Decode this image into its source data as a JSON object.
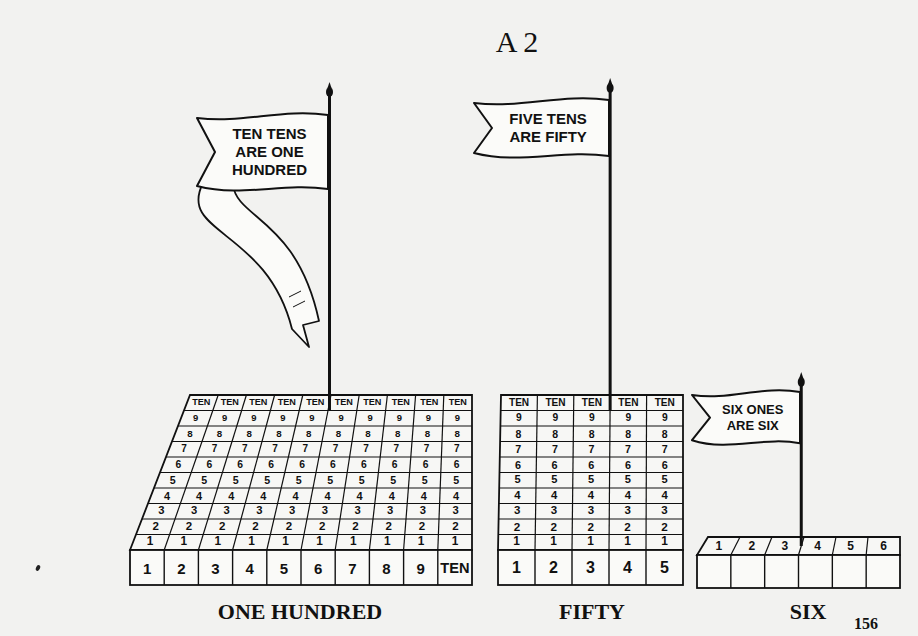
{
  "diagram": {
    "title": "A 2",
    "nodes": [
      {
        "text": [
          "TEN TENS ARE ONE HUNDRED"
        ]
      },
      {
        "text": [
          "FIVE TENS ARE FIFTY"
        ]
      },
      {
        "text": [
          "SIX ONES ARE SIX"
        ]
      }
    ],
    "labels": [
      "TEN",
      "TEN",
      "TEN",
      "TEN",
      "TEN",
      "TEN",
      "TEN",
      "TEN",
      "TEN",
      "TEN",
      "9",
      "9",
      "9",
      "9",
      "9",
      "9",
      "9",
      "9",
      "9",
      "9",
      "8",
      "8",
      "8",
      "8",
      "8",
      "8",
      "8",
      "8",
      "8",
      "8",
      "7",
      "7",
      "7",
      "7",
      "7",
      "7",
      "7",
      "7",
      "7",
      "7",
      "6",
      "6",
      "6",
      "6",
      "6",
      "6",
      "6",
      "6",
      "6",
      "6",
      "5",
      "5",
      "5",
      "5",
      "5",
      "5",
      "5",
      "5",
      "5",
      "5",
      "4",
      "4",
      "4",
      "4",
      "4",
      "4",
      "4",
      "4",
      "4",
      "4",
      "3",
      "3",
      "3",
      "3",
      "3",
      "3",
      "3",
      "3",
      "3",
      "3",
      "2",
      "2",
      "2",
      "2",
      "2",
      "2",
      "2",
      "2",
      "2",
      "2",
      "1",
      "1",
      "1",
      "1",
      "1",
      "1",
      "1",
      "1",
      "1",
      "1",
      "1",
      "2",
      "3",
      "4",
      "5",
      "6",
      "7",
      "8",
      "9",
      "TEN",
      "ONE HUNDRED",
      "TEN",
      "TEN",
      "TEN",
      "TEN",
      "TEN",
      "9",
      "9",
      "9",
      "9",
      "9",
      "8",
      "8",
      "8",
      "8",
      "8",
      "7",
      "7",
      "7",
      "7",
      "7",
      "6",
      "6",
      "6",
      "6",
      "6",
      "5",
      "5",
      "5",
      "5",
      "5",
      "4",
      "4",
      "4",
      "4",
      "4",
      "3",
      "3",
      "3",
      "3",
      "3",
      "2",
      "2",
      "2",
      "2",
      "2",
      "1",
      "1",
      "1",
      "1",
      "1",
      "1",
      "2",
      "3",
      "4",
      "5",
      "FIFTY",
      "1",
      "2",
      "3",
      "4",
      "5",
      "6",
      "SIX",
      "156"
    ]
  }
}
